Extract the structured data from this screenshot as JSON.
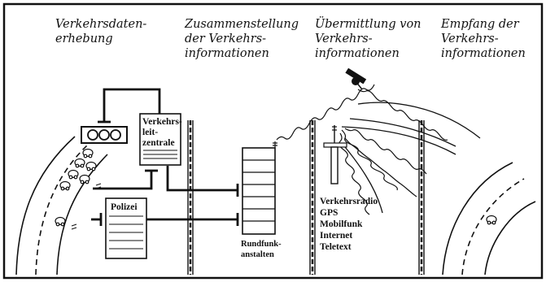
{
  "columns": [
    {
      "lines": [
        "Verkehrsdaten-",
        "erhebung"
      ]
    },
    {
      "lines": [
        "Zusammenstellung",
        "der Verkehrs-",
        "informationen"
      ]
    },
    {
      "lines": [
        "Übermittlung von",
        "Verkehrs-",
        "informationen"
      ]
    },
    {
      "lines": [
        "Empfang der",
        "Verkehrs-",
        "informationen"
      ]
    }
  ],
  "boxes": {
    "zentrale": [
      "Verkehrs-",
      "leit-",
      "zentrale"
    ],
    "polizei": "Polizei",
    "rundfunk": [
      "Rundfunk-",
      "anstalten"
    ]
  },
  "media": [
    "Verkehrsradio",
    "GPS",
    "Mobilfunk",
    "Internet",
    "Teletext"
  ],
  "colors": {
    "line": "#111111",
    "background": "#ffffff"
  }
}
